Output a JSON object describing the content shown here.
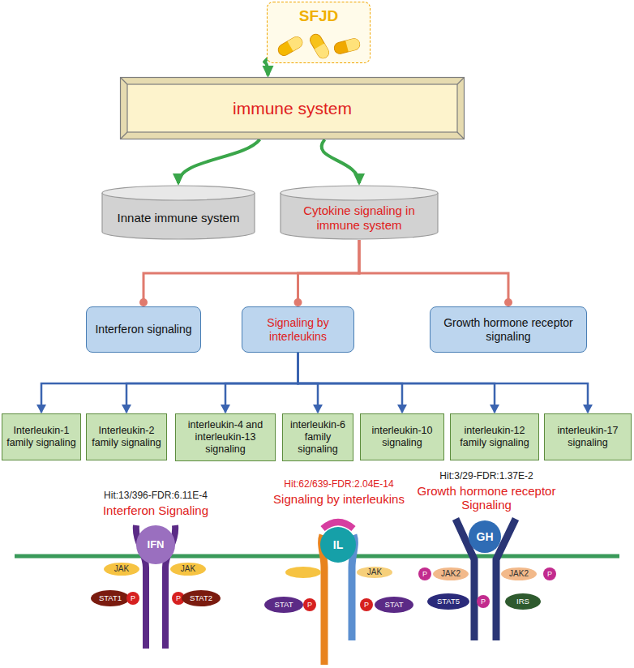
{
  "diagram": {
    "nodes": [
      {
        "text": [
          "SFJD"
        ]
      },
      {
        "text": [
          "immune system"
        ]
      },
      {
        "text": [
          "Innate immune system"
        ]
      },
      {
        "text": [
          "Cytokine signaling in immune system"
        ]
      },
      {
        "text": [
          "Interferon signaling"
        ]
      },
      {
        "text": [
          "Signaling by interleukins"
        ]
      },
      {
        "text": [
          "Growth hormone receptor signaling"
        ]
      },
      {
        "text": [
          "Interleukin-1 family signaling"
        ]
      },
      {
        "text": [
          "Interleukin-2 family signaling"
        ]
      },
      {
        "text": [
          "interleukin-4 and interleukin-13 signaling"
        ]
      },
      {
        "text": [
          "interleukin-6 family signaling"
        ]
      },
      {
        "text": [
          "interleukin-10 signaling"
        ]
      },
      {
        "text": [
          "interleukin-12 family signaling"
        ]
      },
      {
        "text": [
          "interleukin-17 signaling"
        ]
      }
    ],
    "edges": [
      {
        "from": 0,
        "to": 1,
        "arrow": "to"
      },
      {
        "from": 1,
        "to": 2,
        "arrow": "to"
      },
      {
        "from": 1,
        "to": 3,
        "arrow": "to"
      },
      {
        "from": 3,
        "to": 4,
        "arrow": "none"
      },
      {
        "from": 3,
        "to": 5,
        "arrow": "none"
      },
      {
        "from": 3,
        "to": 6,
        "arrow": "none"
      },
      {
        "from": 5,
        "to": 7,
        "arrow": "to"
      },
      {
        "from": 5,
        "to": 8,
        "arrow": "to"
      },
      {
        "from": 5,
        "to": 9,
        "arrow": "to"
      },
      {
        "from": 5,
        "to": 10,
        "arrow": "to"
      },
      {
        "from": 5,
        "to": 11,
        "arrow": "to"
      },
      {
        "from": 5,
        "to": 12,
        "arrow": "to"
      },
      {
        "from": 5,
        "to": 13,
        "arrow": "to"
      }
    ],
    "labels": [
      "Hit:13/396-FDR:6.11E-4",
      "Interferon Signaling",
      "IFN",
      "JAK",
      "JAK",
      "STAT1",
      "P",
      "P",
      "STAT2",
      "Hit:62/639-FDR:2.04E-14",
      "Signaling by interleukins",
      "IL",
      "JAK",
      "STAT",
      "P",
      "P",
      "STAT",
      "Hit:3/29-FDR:1.37E-2",
      "Growth hormone receptor Signaling",
      "GH",
      "P",
      "JAK2",
      "JAK2",
      "P",
      "STAT5",
      "P",
      "IRS"
    ]
  }
}
